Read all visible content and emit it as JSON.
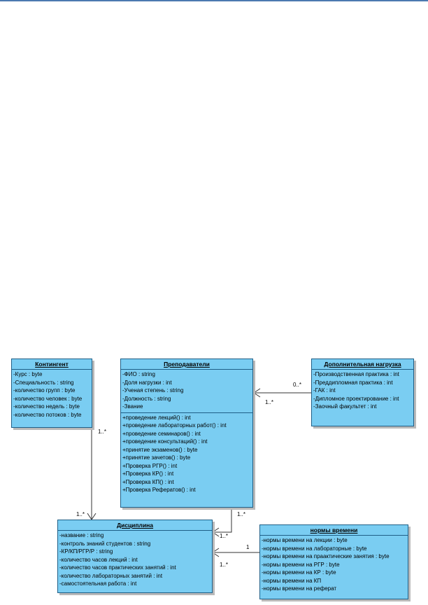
{
  "classes": {
    "kontingent": {
      "name": "Контингент",
      "attributes": [
        "-Курс : byte",
        "-Специальность : string",
        "-количество групп : byte",
        "-количество человек : byte",
        "-количество недель : byte",
        "-количество потоков : byte"
      ]
    },
    "prepodavateli": {
      "name": "Преподаватели",
      "attributes": [
        "-ФИО : string",
        "-Доля нагрузки : int",
        "-Ученая степень : string",
        "-Должность : string",
        "-Звание"
      ],
      "operations": [
        "+проведение лекций() : int",
        "+проведение лабораторных работ() : int",
        "+проведение семинаров() : int",
        "+проведение консультаций() : int",
        "+принятие экзаменов() : byte",
        "+принятие зачетов() : byte",
        "+Проверка РГР() : int",
        "+Проверка КР() : int",
        "+Проверка КП() : int",
        "+Проверка Рефератов() : int"
      ]
    },
    "dop_nagruzka": {
      "name": "Дополнительная нагрузка",
      "attributes": [
        "-Производственная практика : int",
        "-Преддипломная практика : int",
        "-ГАК : int",
        "-Дипломное проектирование : int",
        "-Заочный факультет : int"
      ]
    },
    "disciplina": {
      "name": "Дисциплина",
      "attributes": [
        "-название : string",
        "-контроль знаний студентов : string",
        "-КР/КП/РГР/Р : string",
        "-количество часов лекций : int",
        "-количество часов практических занятий : int",
        "-количество лабораторных занятий : int",
        "-самостоятельная работа : int"
      ]
    },
    "normy": {
      "name": "нормы времени",
      "attributes": [
        "-нормы времени на лекции : byte",
        "-нормы времени на лабораторные : byte",
        "-нормы времени на праактические занятия : byte",
        "-нормы времени на РГР : byte",
        "-нормы времени на КР : byte",
        "-нормы времени на КП",
        "-нормы времени на реферат"
      ]
    }
  },
  "multiplicities": {
    "dop_source": "0..*",
    "dop_target": "1..*",
    "kont_source": "1..*",
    "kont_target": "1..*",
    "prep_source": "1..*",
    "prep_target": "1..*",
    "norm_source": "1",
    "norm_target": "1..*"
  },
  "colors": {
    "class_fill": "#7acdf2",
    "class_border": "#1f5f87",
    "line": "#333333",
    "top_rule": "#4b79b0"
  }
}
